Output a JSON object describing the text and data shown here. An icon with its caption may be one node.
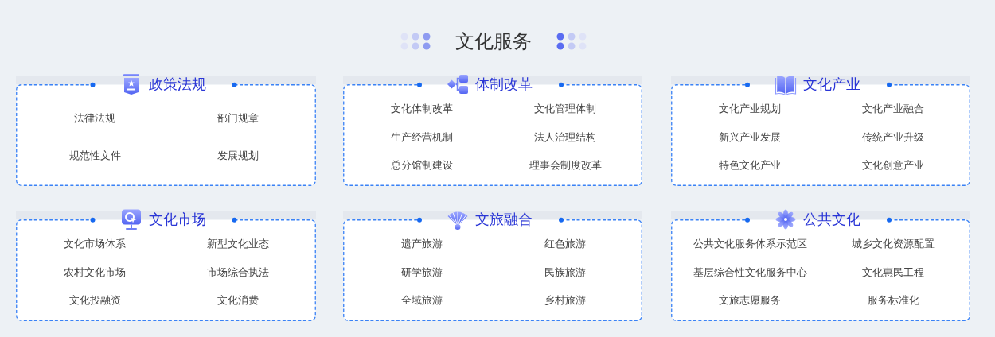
{
  "diagram": {
    "title": "文化服务",
    "nodes": [
      {
        "text": [
          "政策法规",
          "法律法规",
          "部门规章",
          "规范性文件",
          "发展规划"
        ]
      },
      {
        "text": [
          "体制改革",
          "文化体制改革",
          "文化管理体制",
          "生产经营机制",
          "法人治理结构",
          "总分馆制建设",
          "理事会制度改革"
        ]
      },
      {
        "text": [
          "文化产业",
          "文化产业规划",
          "文化产业融合",
          "新兴产业发展",
          "传统产业升级",
          "特色文化产业",
          "文化创意产业"
        ]
      },
      {
        "text": [
          "文化市场",
          "文化市场体系",
          "新型文化业态",
          "农村文化市场",
          "市场综合执法",
          "文化投融资",
          "文化消费"
        ]
      },
      {
        "text": [
          "文旅融合",
          "遗产旅游",
          "红色旅游",
          "研学旅游",
          "民族旅游",
          "全域旅游",
          "乡村旅游"
        ]
      },
      {
        "text": [
          "公共文化",
          "公共文化服务体系示范区",
          "城乡文化资源配置",
          "基层综合性文化服务中心",
          "文化惠民工程",
          "文旅志愿服务",
          "服务标准化"
        ]
      }
    ]
  }
}
